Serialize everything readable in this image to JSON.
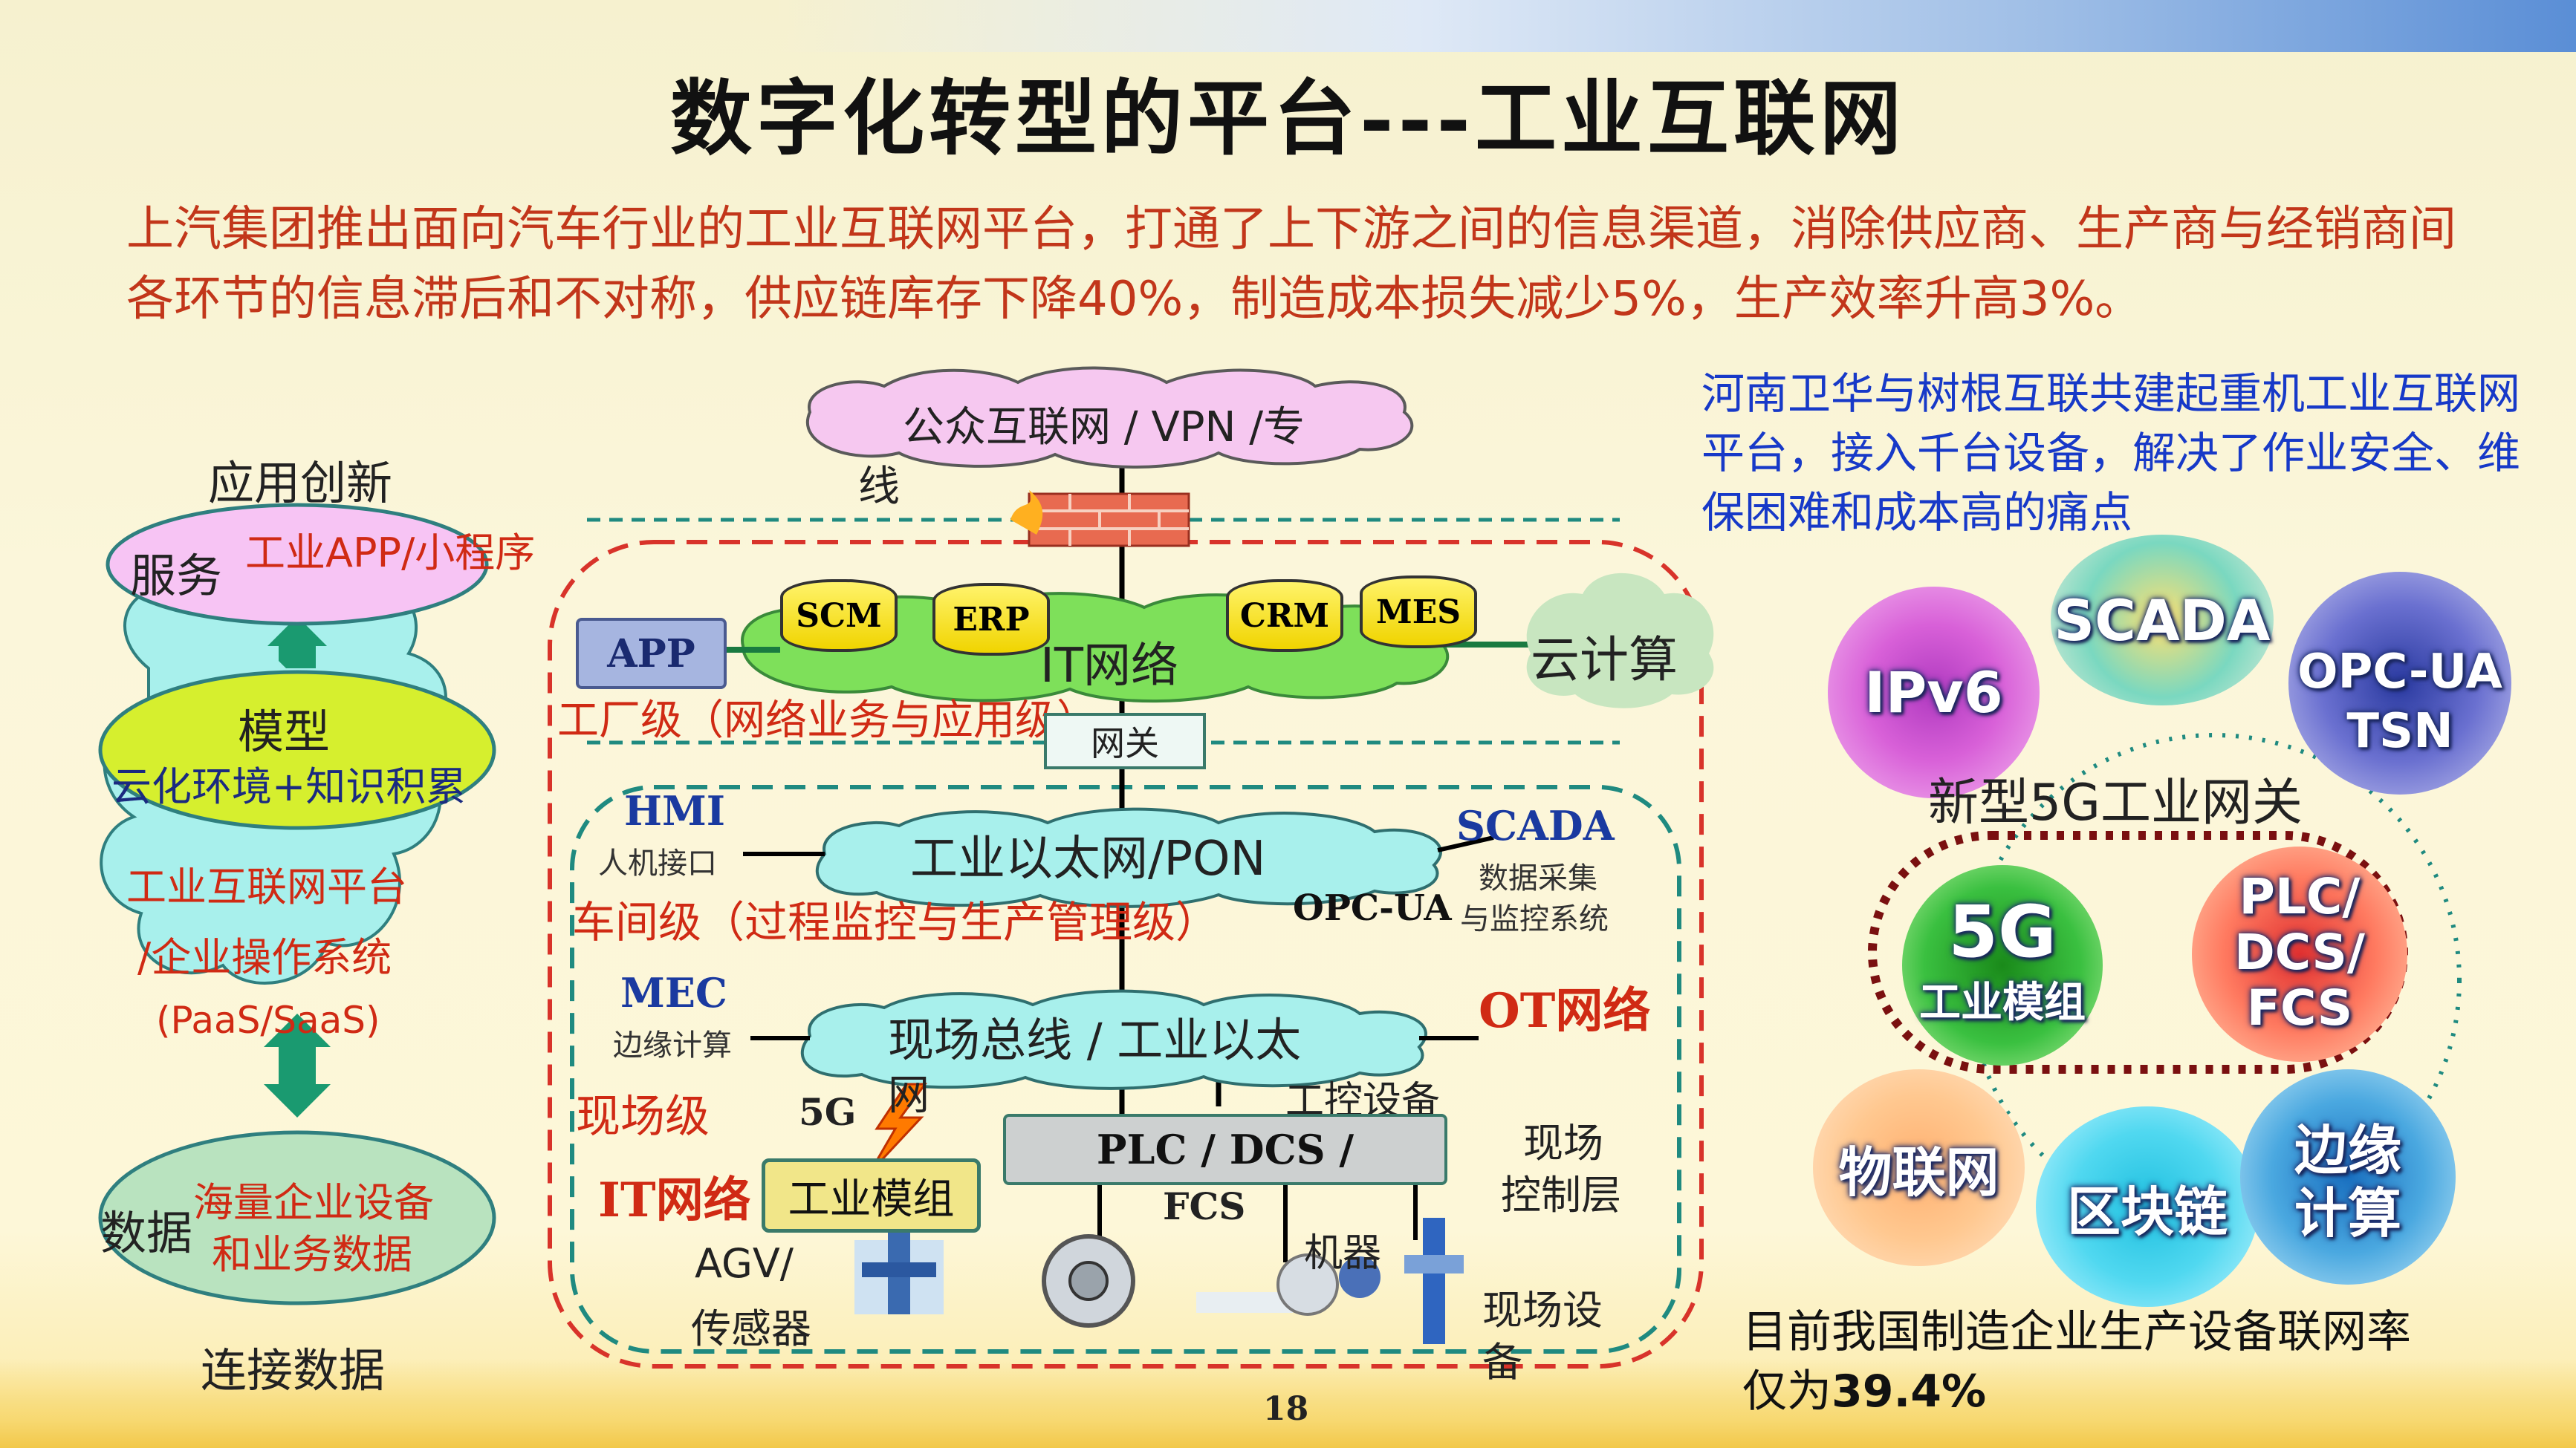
{
  "title": "数字化转型的平台---工业互联网",
  "intro": "上汽集团推出面向汽车行业的工业互联网平台，打通了上下游之间的信息渠道，消除供应商、生产商与经销商间各环节的信息滞后和不对称，供应链库存下降40%，制造成本损失减少5%，生产效率升高3%。",
  "right_note": "河南卫华与树根互联共建起重机工业互联网平台，接入千台设备，解决了作业安全、维保困难和成本高的痛点",
  "left": {
    "top_label": "应用创新",
    "service_label": "服务",
    "service_text": "工业APP/小程序",
    "model_label": "模型",
    "model_text": "云化环境+知识积累",
    "platform_text_1": "工业互联网平台",
    "platform_text_2": "/企业操作系统",
    "platform_text_3": "(PaaS/SaaS)",
    "data_label": "数据",
    "data_text_1": "海量企业设备",
    "data_text_2": "和业务数据",
    "bottom_label": "连接数据"
  },
  "center": {
    "internet_1": "公众互联网 / VPN /专",
    "internet_2": "线",
    "app": "APP",
    "scm": "SCM",
    "erp": "ERP",
    "crm": "CRM",
    "mes": "MES",
    "it_network": "IT网络",
    "cloud": "云计算",
    "factory_level": "工厂级（网络业务与应用级）",
    "gateway": "网关",
    "hmi": "HMI",
    "hmi_sub": "人机接口",
    "ethernet": "工业以太网/PON",
    "scada": "SCADA",
    "scada_sub_1": "数据采集",
    "scada_sub_2": "与监控系统",
    "workshop_level": "车间级（过程监控与生产管理级）",
    "opcua": "OPC-UA",
    "mec": "MEC",
    "mec_sub": "边缘计算",
    "fieldbus_1": "现场总线 / 工业以太",
    "fieldbus_2": "网",
    "ot_network": "OT网络",
    "field_level": "现场级",
    "fiveg": "5G",
    "control_device": "工控设备",
    "plc": "PLC / DCS /",
    "fcs": "FCS",
    "field_control_1": "现场",
    "field_control_2": "控制层",
    "it_network_2": "IT网络",
    "module": "工业模组",
    "agv_1": "AGV/",
    "agv_2": "传感器",
    "machine": "机器",
    "field_device_1": "现场设",
    "field_device_2": "备",
    "page_number": "18"
  },
  "right": {
    "scada": "SCADA",
    "ipv6": "IPv6",
    "opcua_1": "OPC-UA",
    "opcua_2": "TSN",
    "gateway_label": "新型5G工业网关",
    "fiveg": "5G",
    "fiveg_sub": "工业模组",
    "plc_1": "PLC/",
    "plc_2": "DCS/",
    "plc_3": "FCS",
    "iot": "物联网",
    "blockchain": "区块链",
    "edge_1": "边缘",
    "edge_2": "计算",
    "stat_1": "目前我国制造企业生产设备联网率",
    "stat_2_prefix": "仅为",
    "stat_2_value": "39.4%"
  },
  "colors": {
    "title": "#111111",
    "intro": "#c2361a",
    "blue_note": "#1739c8",
    "cloud_cyan": "#a8f0ec",
    "cloud_green": "#7ee05a",
    "dashed_red": "#d8332a",
    "dashed_teal": "#1f8a80"
  }
}
